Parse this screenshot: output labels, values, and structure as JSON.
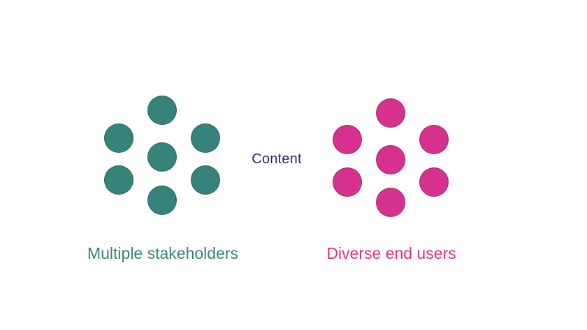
{
  "center_label": "Content",
  "left_group": {
    "label": "Multiple stakeholders",
    "color": "#35837a"
  },
  "right_group": {
    "label": "Diverse end users",
    "color": "#d6318e"
  },
  "label_color_center": "#1f2a6b",
  "dots_per_group": 7
}
